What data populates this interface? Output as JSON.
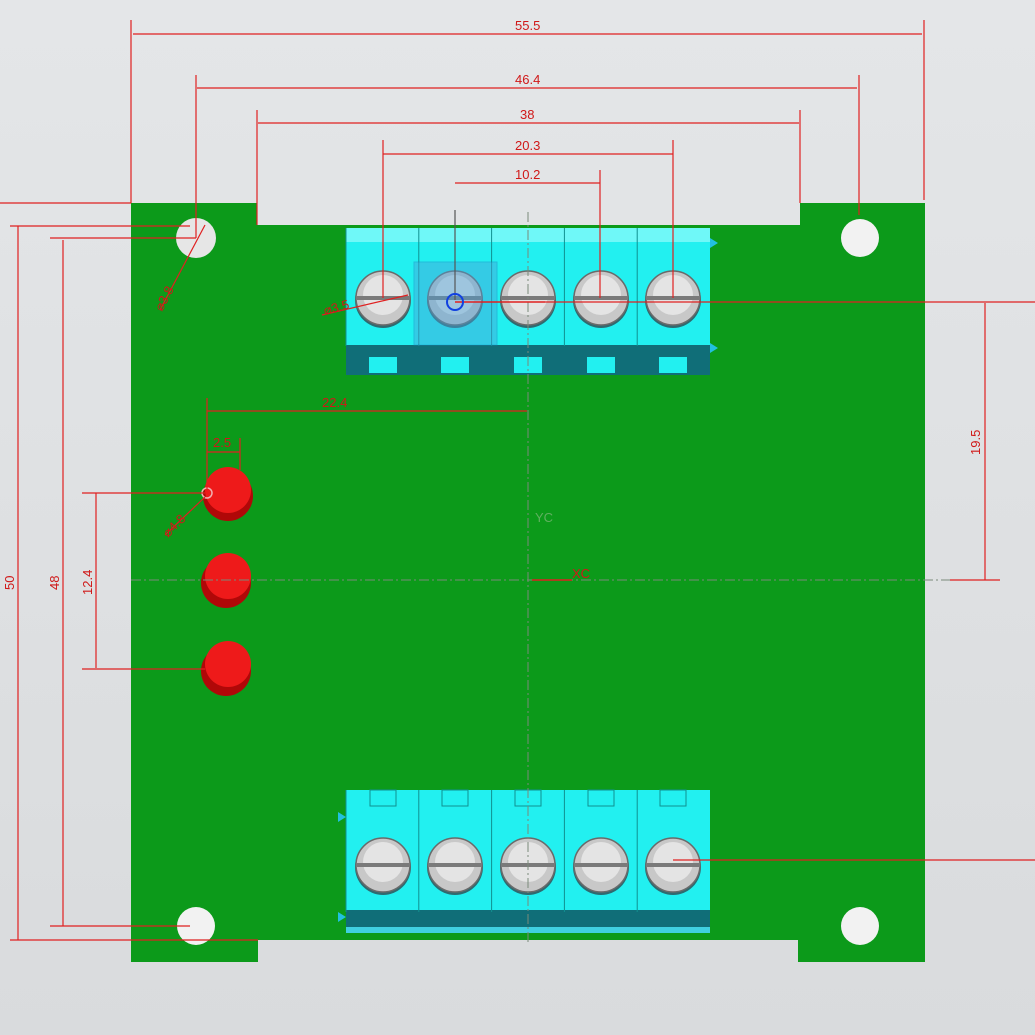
{
  "dimensions": {
    "overall_width": "55.5",
    "hole_spacing_x": "46.4",
    "notch_width": "38",
    "terminal_span": "20.3",
    "terminal_pitch": "10.2",
    "terminal_offset_y": "19.5",
    "led_offset_x": "22.4",
    "led_diameter_label": "2.5",
    "overall_height": "50",
    "hole_spacing_y": "48",
    "led_spacing": "12.4",
    "mount_hole_diameter": "⌀3.8",
    "screw_diameter": "⌀3.5",
    "led_hole_diameter": "⌀4.8"
  },
  "axis_labels": {
    "x": "XC",
    "y": "YC"
  },
  "colors": {
    "board": "#0c9a1a",
    "terminal": "#22f0f0",
    "terminal_dark": "#106e78",
    "led": "#e81010",
    "dimension": "#e02020"
  },
  "terminal_blocks": {
    "top_positions": 5,
    "bottom_positions": 5
  },
  "leds": 3
}
